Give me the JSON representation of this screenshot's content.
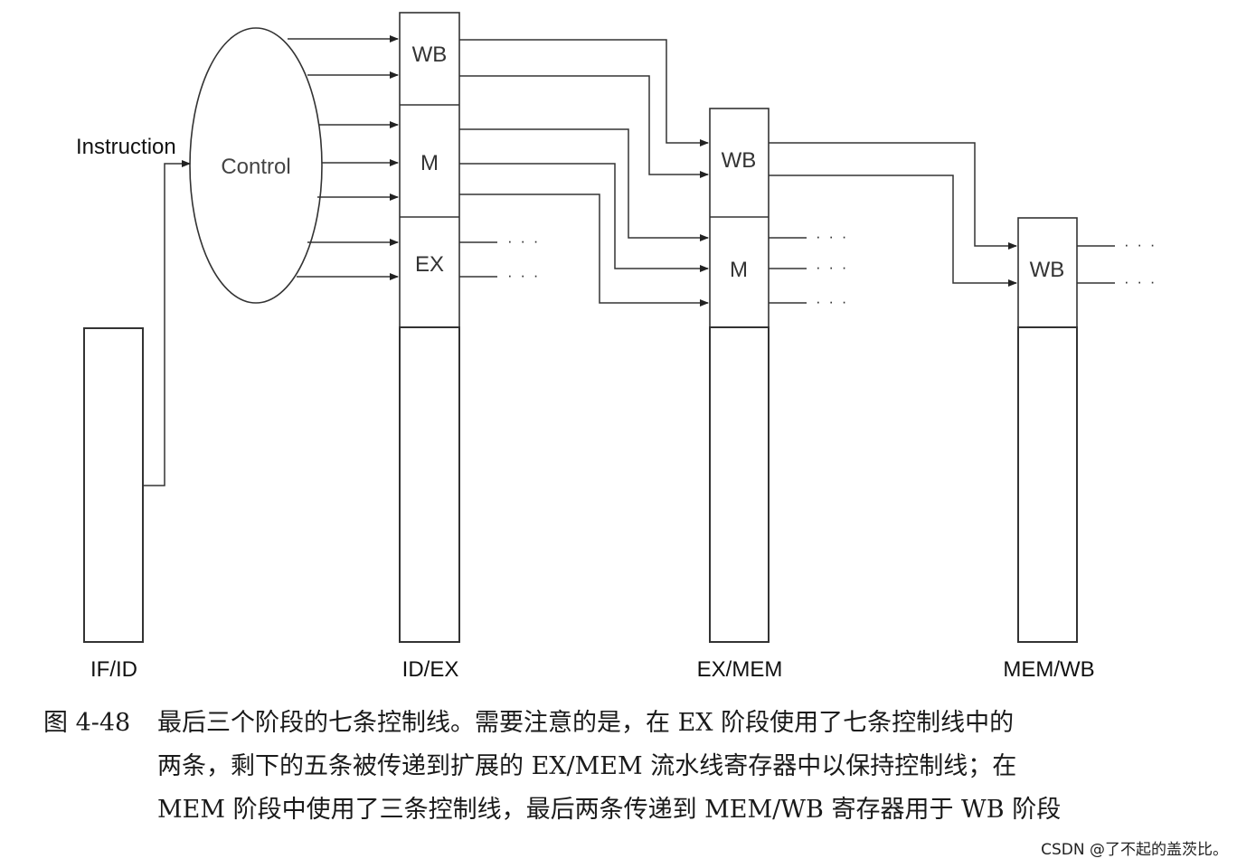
{
  "diagram": {
    "instruction_label": "Instruction",
    "control_label": "Control",
    "registers": {
      "if_id": "IF/ID",
      "id_ex": "ID/EX",
      "ex_mem": "EX/MEM",
      "mem_wb": "MEM/WB"
    },
    "fields": {
      "id_ex_wb": "WB",
      "id_ex_m": "M",
      "id_ex_ex": "EX",
      "ex_mem_wb": "WB",
      "ex_mem_m": "M",
      "mem_wb_wb": "WB"
    },
    "ellipsis": "· · ·"
  },
  "caption": {
    "figure_number": "图 4-48",
    "line1": "最后三个阶段的七条控制线。需要注意的是，在 EX 阶段使用了七条控制线中的",
    "line2": "两条，剩下的五条被传递到扩展的 EX/MEM 流水线寄存器中以保持控制线；在",
    "line3": "MEM 阶段中使用了三条控制线，最后两条传递到 MEM/WB 寄存器用于 WB 阶段"
  },
  "watermark": "CSDN @了不起的盖茨比。"
}
